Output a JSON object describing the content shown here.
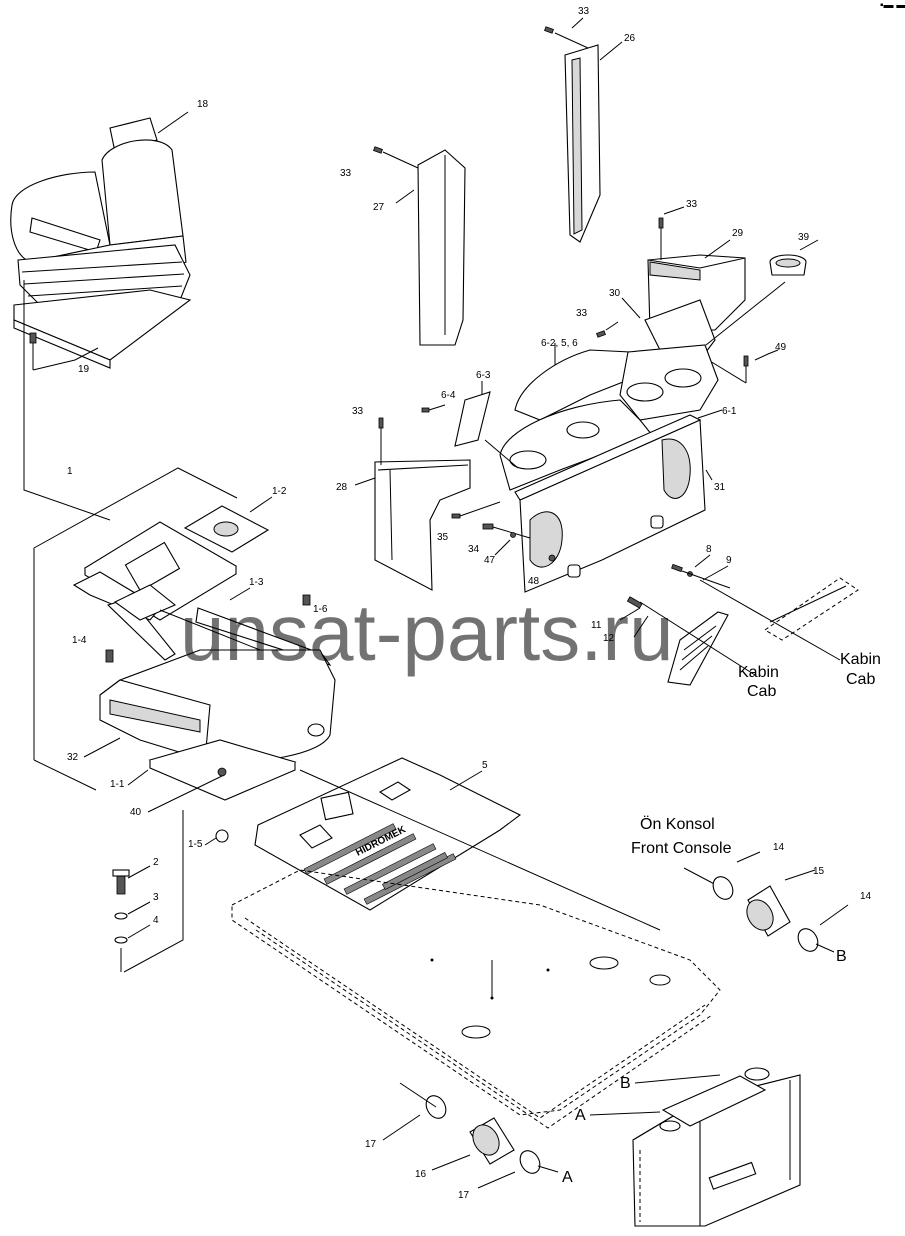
{
  "corner_mark": "▪▬ ▬",
  "watermark": "unsat-parts.ru",
  "labels": {
    "p33a": "33",
    "p26": "26",
    "p18": "18",
    "p33b": "33",
    "p27": "27",
    "p33c": "33",
    "p29": "29",
    "p39": "39",
    "p30": "30",
    "p33d": "33",
    "p6_2": "6-2, 5, 6",
    "p49": "49",
    "p6_3": "6-3",
    "p6_4": "6-4",
    "p33e": "33",
    "p6_1": "6-1",
    "p19": "19",
    "p28": "28",
    "p31": "31",
    "p1": "1",
    "p1_2": "1-2",
    "p35": "35",
    "p34": "34",
    "p47": "47",
    "p48": "48",
    "p8": "8",
    "p9": "9",
    "p1_3": "1-3",
    "p1_6": "1-6",
    "p11": "11",
    "p12": "12",
    "p1_4": "1-4",
    "p32": "32",
    "p1_1": "1-1",
    "p40": "40",
    "p5": "5",
    "p1_5": "1-5",
    "p2": "2",
    "p3": "3",
    "p4": "4",
    "p14a": "14",
    "p15": "15",
    "p14b": "14",
    "p17a": "17",
    "p16": "16",
    "p17b": "17"
  },
  "callouts": {
    "kabin1": "Kabin",
    "cab1": "Cab",
    "kabin2": "Kabin",
    "cab2": "Cab",
    "on_konsol": "Ön Konsol",
    "front_console": "Front Console",
    "arrow_b1": "B",
    "arrow_a1": "A",
    "ref_b": "B",
    "ref_a": "A"
  },
  "floor_plate_logo": "HIDROMEK"
}
